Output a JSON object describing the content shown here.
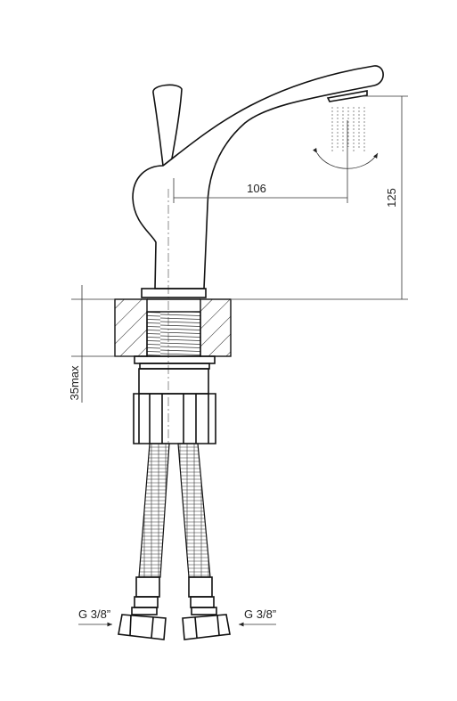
{
  "dimensions": {
    "spout_reach": "106",
    "spout_height": "125",
    "max_thickness": "35max"
  },
  "connections": {
    "left_thread": "G 3/8”",
    "right_thread": "G 3/8”"
  },
  "colors": {
    "line": "#111111",
    "background": "#ffffff"
  }
}
